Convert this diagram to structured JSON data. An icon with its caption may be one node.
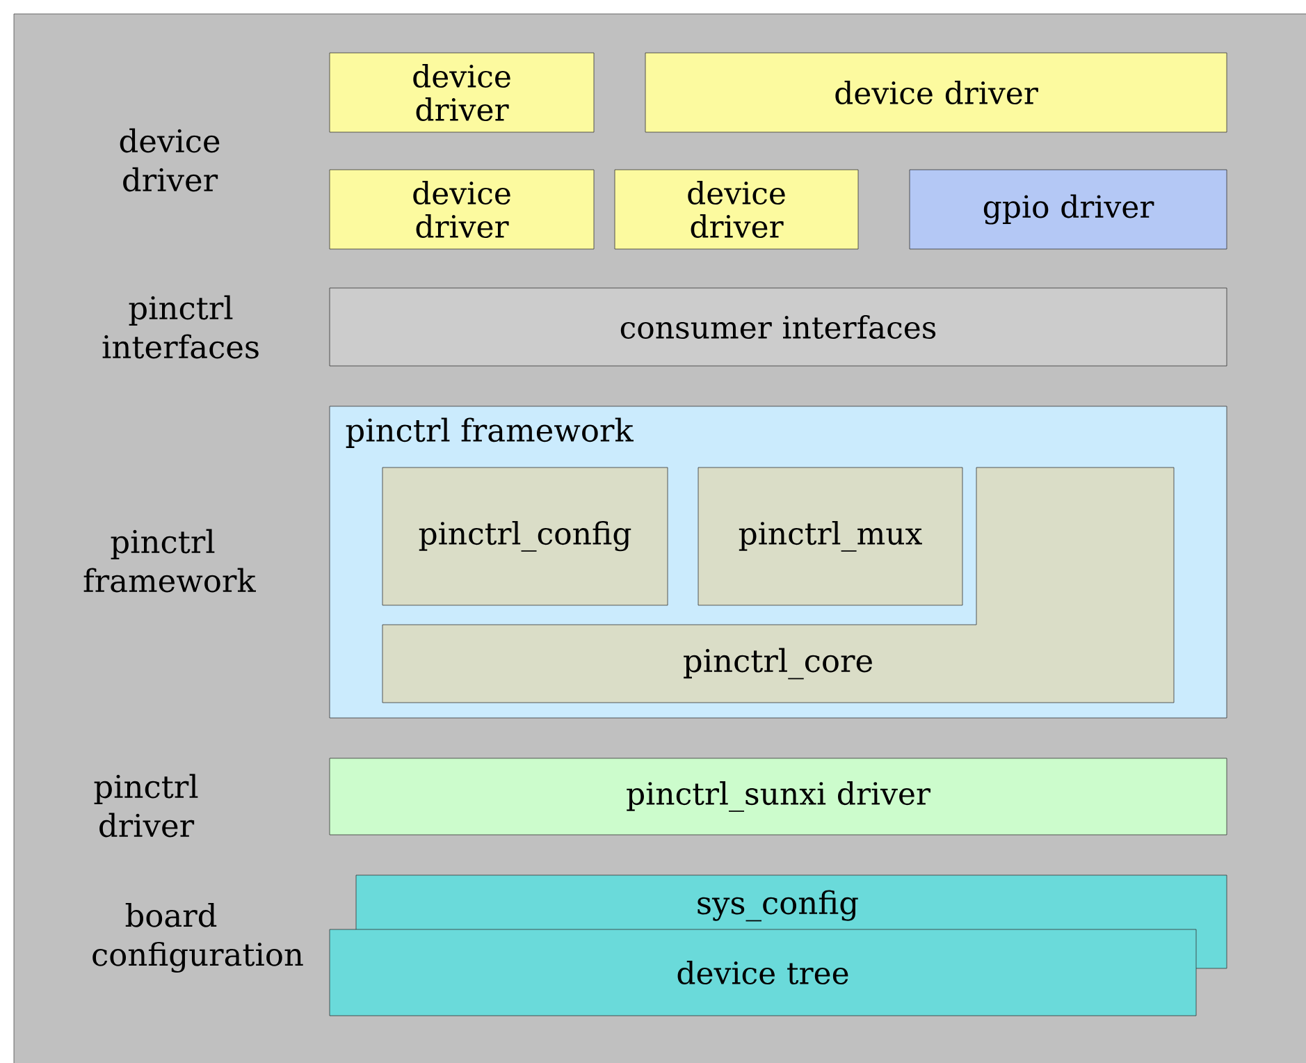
{
  "diagram": {
    "nodes": [
      {
        "text": [
          "device driver"
        ]
      },
      {
        "text": [
          "device driver"
        ]
      },
      {
        "text": [
          "device driver"
        ]
      },
      {
        "text": [
          "device driver"
        ]
      },
      {
        "text": [
          "gpio driver"
        ]
      },
      {
        "text": [
          "consumer interfaces"
        ]
      },
      {
        "text": [
          "pinctrl framework"
        ]
      },
      {
        "text": [
          "pinctrl_config"
        ],
        "in": 6
      },
      {
        "text": [
          "pinctrl_mux"
        ],
        "in": 6
      },
      {
        "text": [
          "pinctrl_core"
        ],
        "in": 6
      },
      {
        "text": [
          "pinctrl_sunxi driver"
        ]
      },
      {
        "text": [
          "sys_config"
        ]
      },
      {
        "text": [
          "device tree"
        ]
      }
    ],
    "labels": [
      "device driver",
      "pinctrl interfaces",
      "pinctrl framework",
      "pinctrl driver",
      "board configuration"
    ]
  }
}
